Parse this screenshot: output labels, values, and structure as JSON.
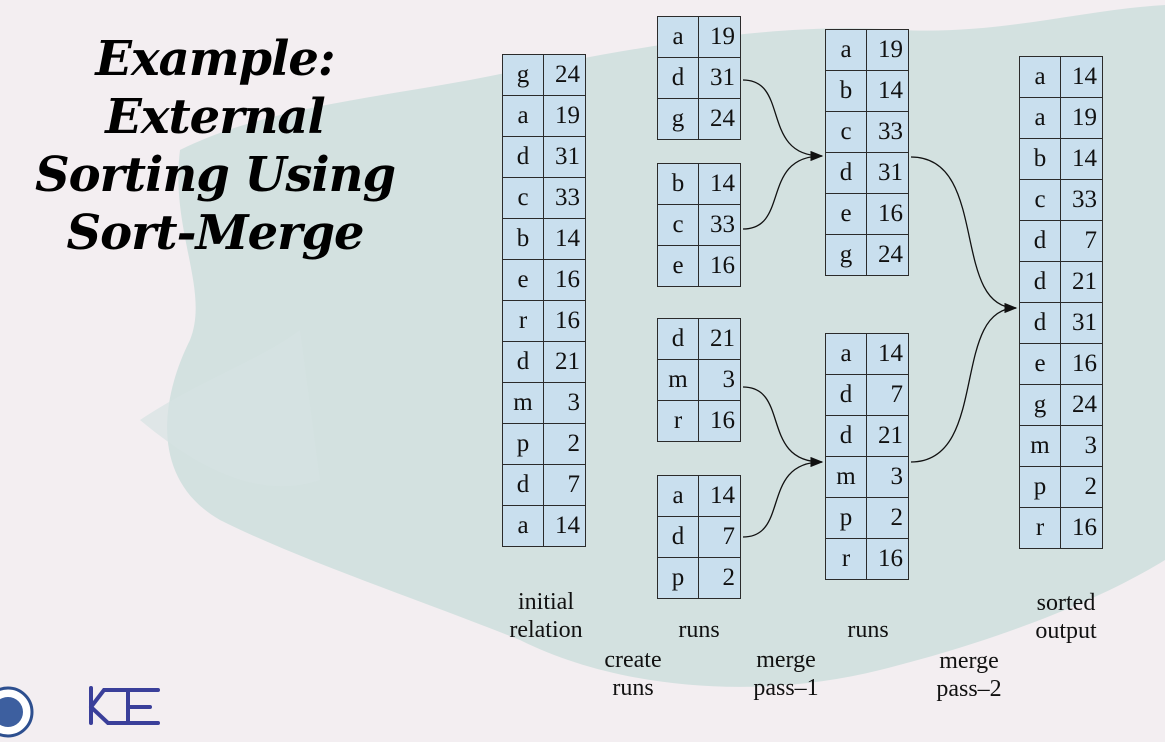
{
  "title": {
    "lines": [
      "Example:",
      "External",
      "Sorting Using",
      "Sort-Merge"
    ]
  },
  "tables": {
    "initial_relation": [
      [
        "g",
        "24"
      ],
      [
        "a",
        "19"
      ],
      [
        "d",
        "31"
      ],
      [
        "c",
        "33"
      ],
      [
        "b",
        "14"
      ],
      [
        "e",
        "16"
      ],
      [
        "r",
        "16"
      ],
      [
        "d",
        "21"
      ],
      [
        "m",
        "3"
      ],
      [
        "p",
        "2"
      ],
      [
        "d",
        "7"
      ],
      [
        "a",
        "14"
      ]
    ],
    "run_1": [
      [
        "a",
        "19"
      ],
      [
        "d",
        "31"
      ],
      [
        "g",
        "24"
      ]
    ],
    "run_2": [
      [
        "b",
        "14"
      ],
      [
        "c",
        "33"
      ],
      [
        "e",
        "16"
      ]
    ],
    "run_3": [
      [
        "d",
        "21"
      ],
      [
        "m",
        "3"
      ],
      [
        "r",
        "16"
      ]
    ],
    "run_4": [
      [
        "a",
        "14"
      ],
      [
        "d",
        "7"
      ],
      [
        "p",
        "2"
      ]
    ],
    "merged_run_1": [
      [
        "a",
        "19"
      ],
      [
        "b",
        "14"
      ],
      [
        "c",
        "33"
      ],
      [
        "d",
        "31"
      ],
      [
        "e",
        "16"
      ],
      [
        "g",
        "24"
      ]
    ],
    "merged_run_2": [
      [
        "a",
        "14"
      ],
      [
        "d",
        "7"
      ],
      [
        "d",
        "21"
      ],
      [
        "m",
        "3"
      ],
      [
        "p",
        "2"
      ],
      [
        "r",
        "16"
      ]
    ],
    "sorted_output": [
      [
        "a",
        "14"
      ],
      [
        "a",
        "19"
      ],
      [
        "b",
        "14"
      ],
      [
        "c",
        "33"
      ],
      [
        "d",
        "7"
      ],
      [
        "d",
        "21"
      ],
      [
        "d",
        "31"
      ],
      [
        "e",
        "16"
      ],
      [
        "g",
        "24"
      ],
      [
        "m",
        "3"
      ],
      [
        "p",
        "2"
      ],
      [
        "r",
        "16"
      ]
    ]
  },
  "labels": {
    "initial_relation": [
      "initial",
      "relation"
    ],
    "runs_1": "runs",
    "create_runs": [
      "create",
      "runs"
    ],
    "merge_pass_1": [
      "merge",
      "pass–1"
    ],
    "runs_2": "runs",
    "merge_pass_2": [
      "merge",
      "pass–2"
    ],
    "sorted_output": [
      "sorted",
      "output"
    ]
  },
  "colors": {
    "cell": "#c9dfee",
    "brush": "#cfdfde",
    "background": "#f3eef1",
    "logo": "#3a3f9a"
  }
}
